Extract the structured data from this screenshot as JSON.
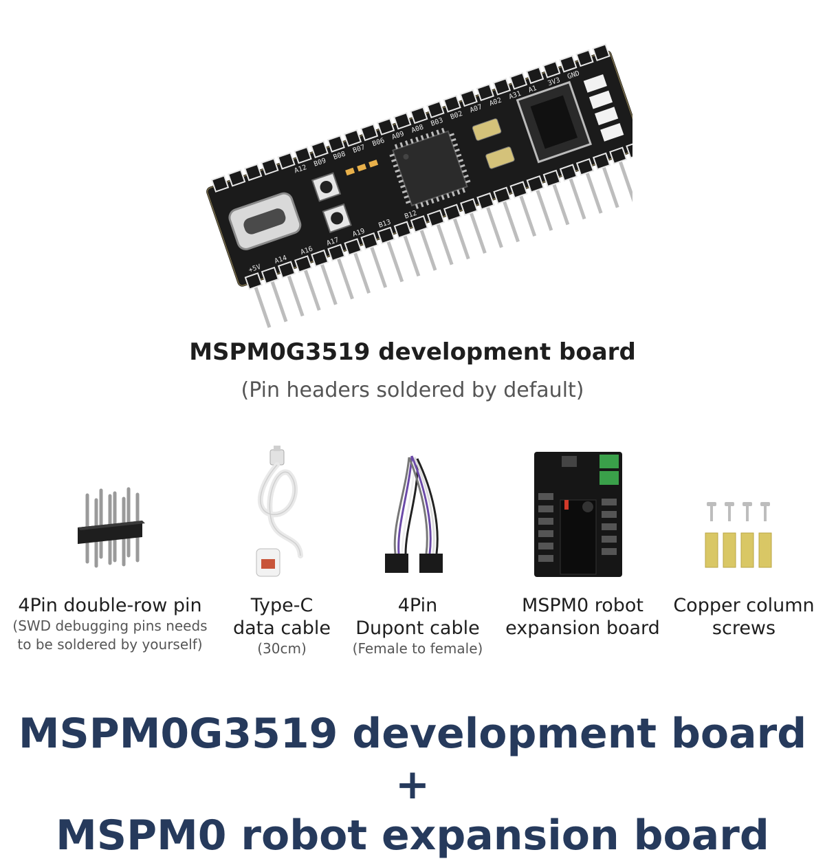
{
  "hero": {
    "title": "MSPM0G3519 development board",
    "subtitle": "(Pin headers soldered by default)"
  },
  "items": [
    {
      "title_lines": [
        "4Pin double-row pin"
      ],
      "note_lines": [
        "(SWD debugging pins needs",
        "to be soldered by yourself)"
      ],
      "icon": "pin-header-icon"
    },
    {
      "title_lines": [
        "Type-C",
        "data cable"
      ],
      "note_lines": [
        "(30cm)"
      ],
      "icon": "usb-cable-icon"
    },
    {
      "title_lines": [
        "4Pin",
        "Dupont cable"
      ],
      "note_lines": [
        "(Female to female)"
      ],
      "icon": "dupont-cable-icon"
    },
    {
      "title_lines": [
        "MSPM0 robot",
        "expansion board"
      ],
      "note_lines": [],
      "icon": "expansion-board-icon"
    },
    {
      "title_lines": [
        "Copper column",
        "screws"
      ],
      "note_lines": [],
      "icon": "copper-screws-icon"
    }
  ],
  "bottom_title": {
    "line1": "MSPM0G3519 development board +",
    "line2": "MSPM0 robot expansion board"
  },
  "board_silkscreen": [
    "A12",
    "B09",
    "B08",
    "B07",
    "B06",
    "A09",
    "A08",
    "B03",
    "B02",
    "A07",
    "A02",
    "A31",
    "A1",
    "3V3",
    "GND",
    "+5V",
    "A14",
    "A16",
    "A17",
    "A19",
    "B13",
    "B12"
  ],
  "colors": {
    "title_navy": "#263a5c",
    "board_black": "#1b1b1b",
    "pin_silver": "#c9c9c9",
    "brass": "#d9c765"
  }
}
